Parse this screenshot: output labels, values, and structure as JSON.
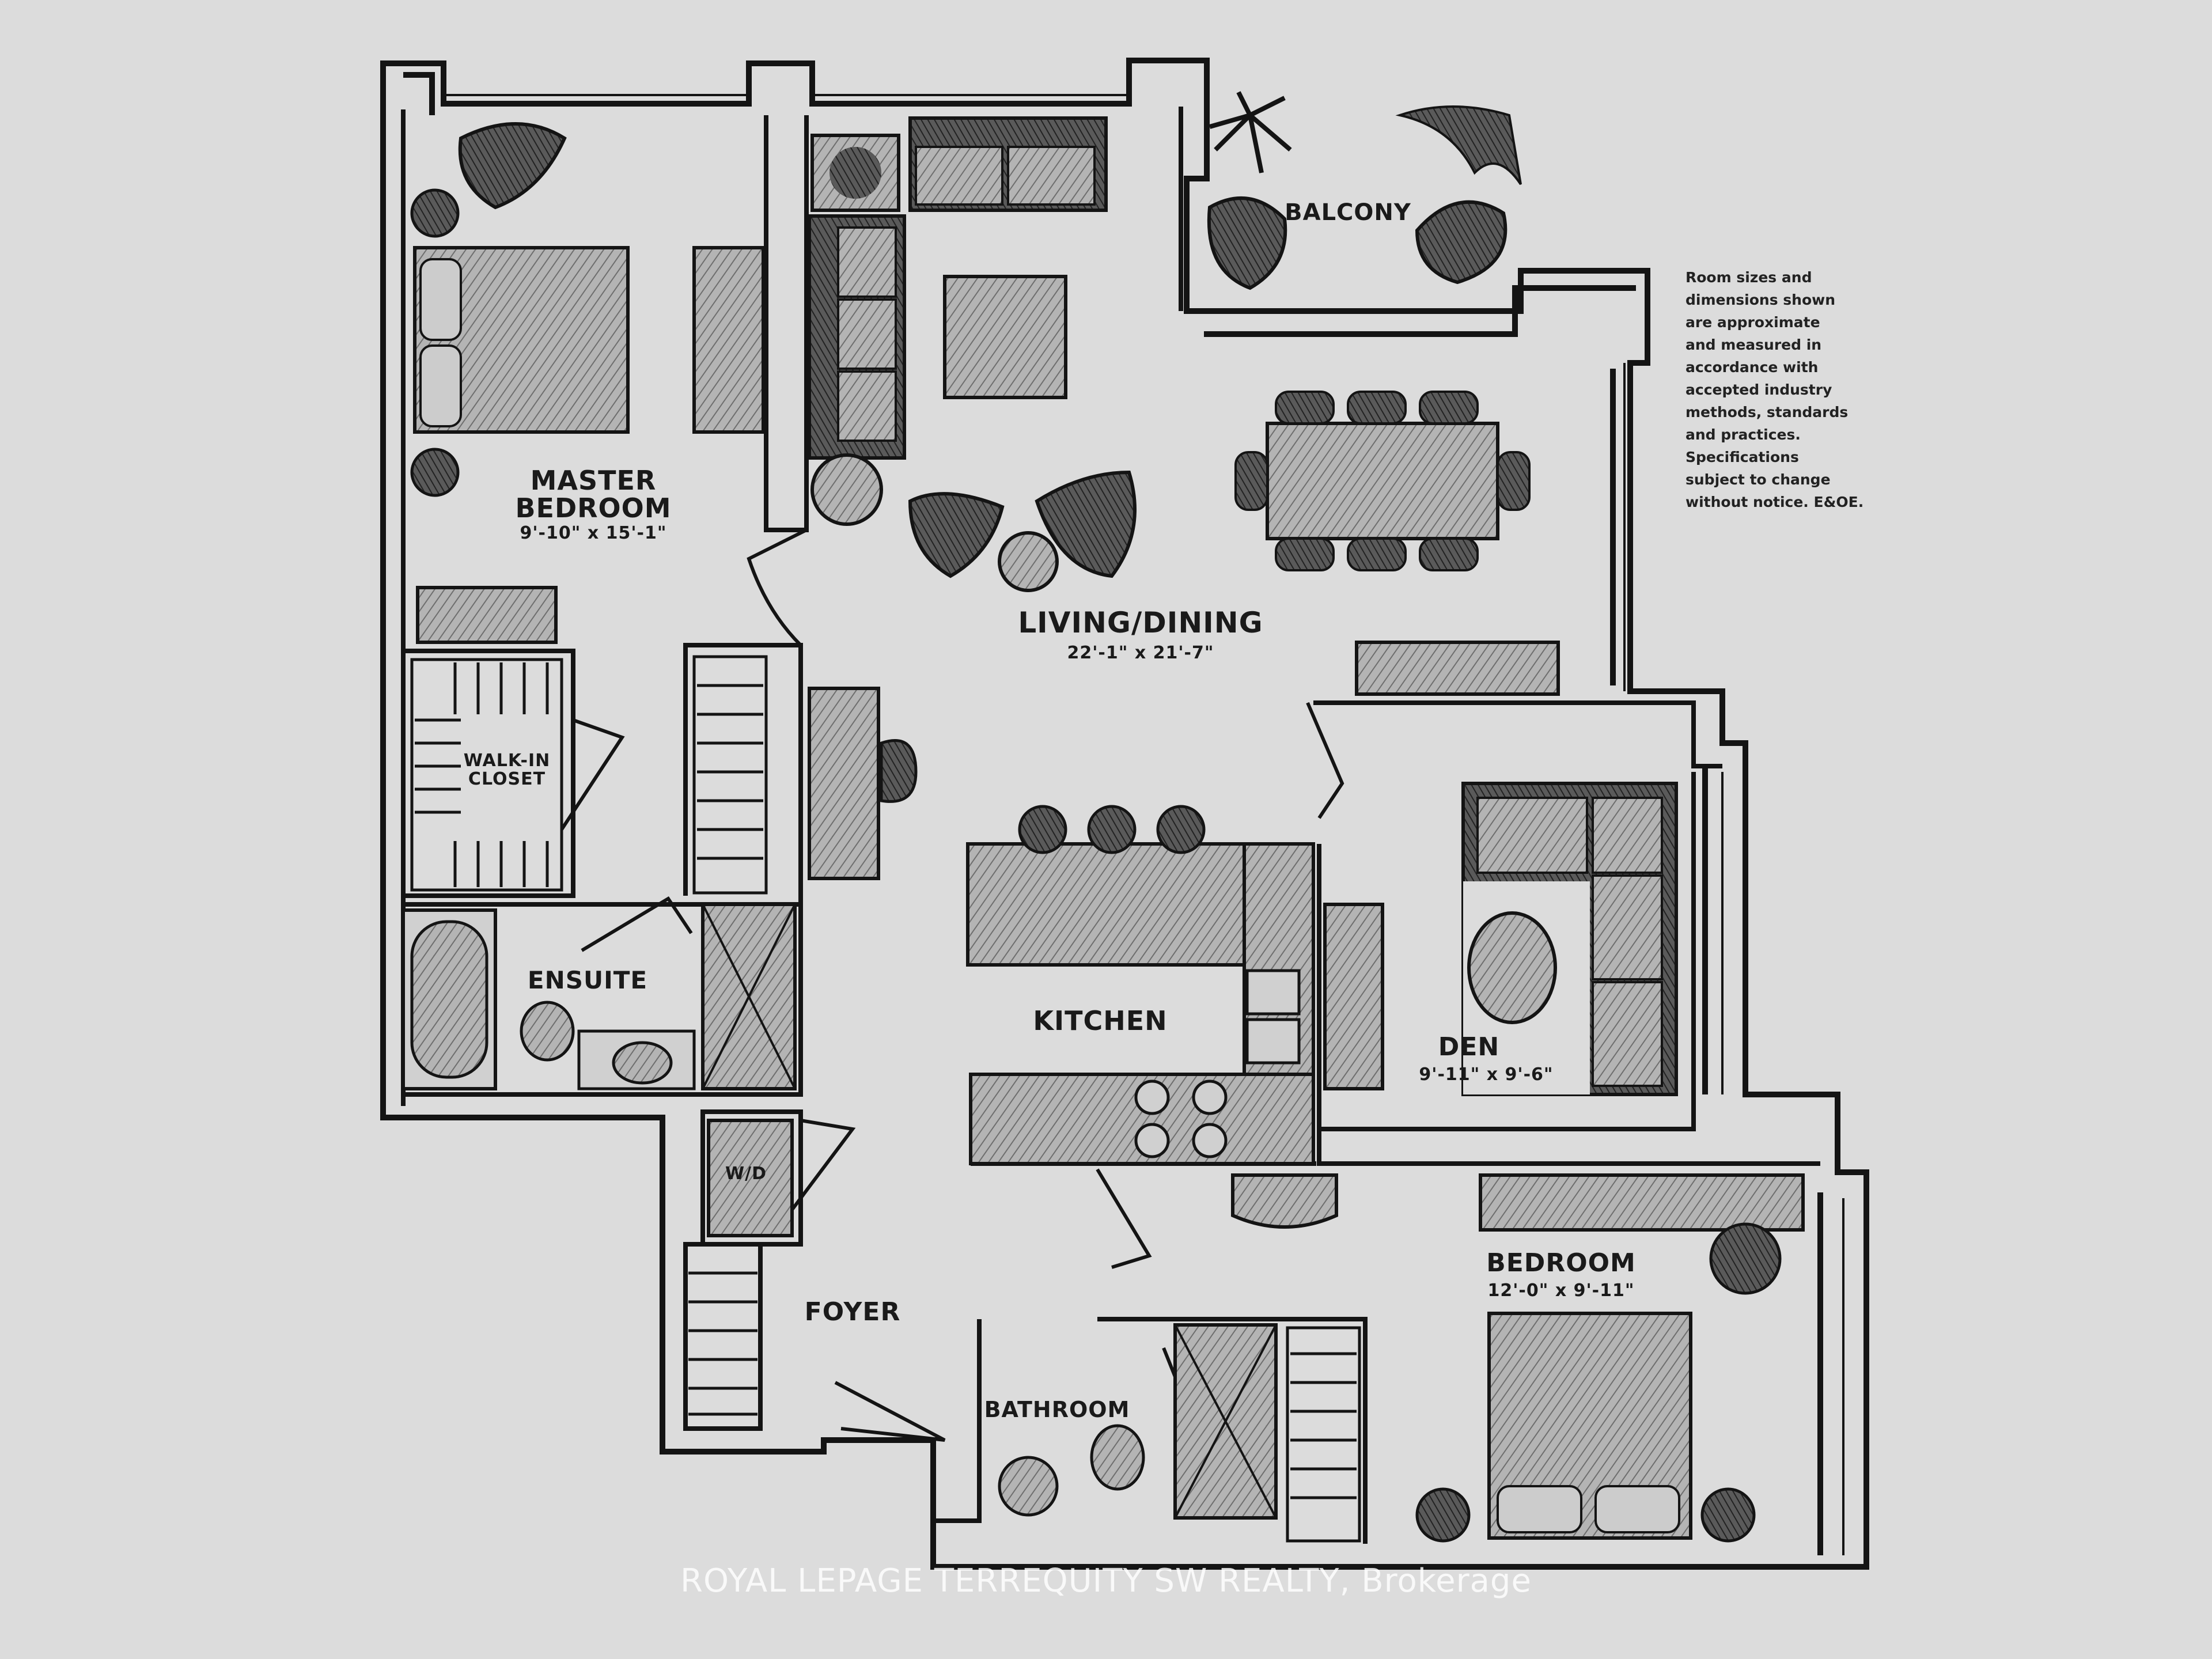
{
  "rooms": {
    "master_bedroom": {
      "name_line1": "MASTER",
      "name_line2": "BEDROOM",
      "size": "9'-10\" x 15'-1\""
    },
    "walk_in_closet": {
      "name_line1": "WALK-IN",
      "name_line2": "CLOSET"
    },
    "ensuite": {
      "name": "ENSUITE"
    },
    "living_dining": {
      "name": "LIVING/DINING",
      "size": "22'-1\" x 21'-7\""
    },
    "balcony": {
      "name": "BALCONY"
    },
    "kitchen": {
      "name": "KITCHEN"
    },
    "den": {
      "name": "DEN",
      "size": "9'-11\" x 9'-6\""
    },
    "wd": {
      "name": "W/D"
    },
    "foyer": {
      "name": "FOYER"
    },
    "bathroom": {
      "name": "BATHROOM"
    },
    "bedroom": {
      "name": "BEDROOM",
      "size": "12'-0\" x 9'-11\""
    }
  },
  "disclaimer": [
    "Room sizes and",
    "dimensions shown",
    "are approximate",
    "and measured in",
    "accordance with",
    "accepted industry",
    "methods, standards",
    "and practices.",
    "Specifications",
    "subject to change",
    "without notice. E&OE."
  ],
  "watermark": "ROYAL LEPAGE TERREQUITY SW REALTY, Brokerage",
  "colors": {
    "paper": "#dcdcdc",
    "ink": "#141414",
    "furniture": "#9a9a9a"
  }
}
